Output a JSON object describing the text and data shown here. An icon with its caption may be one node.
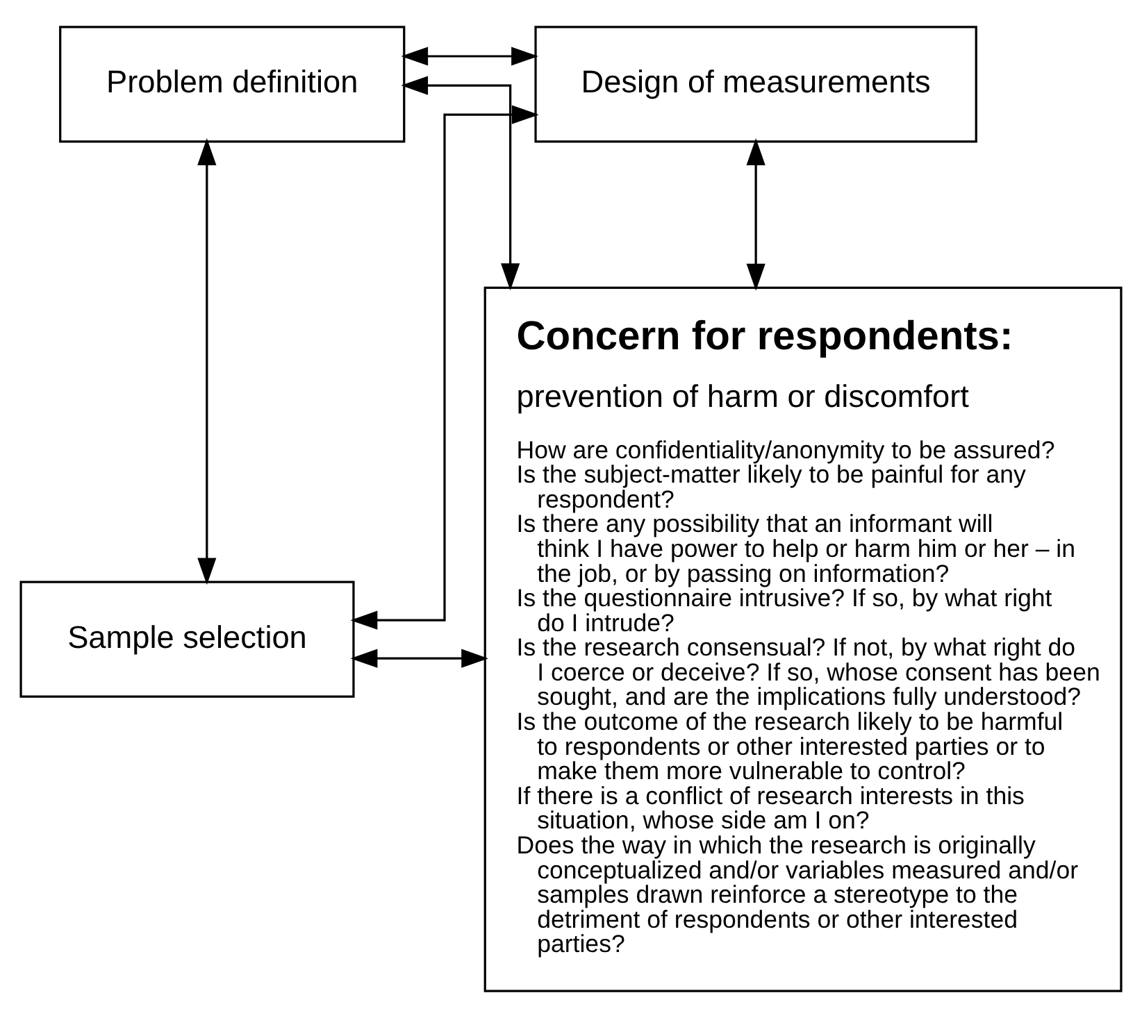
{
  "diagram": {
    "nodes": [
      {
        "text": [
          "Problem definition"
        ]
      },
      {
        "text": [
          "Design of measurements"
        ]
      },
      {
        "text": [
          "Concern for respondents:",
          "prevention of harm or discomfort",
          "How are confidentiality/anonymity to be assured?",
          "Is the subject-matter likely to be painful for any respondent?",
          "Is there any possibility that an informant will think I have power to help or harm him or her – in the job, or by passing on information?",
          "Is the questionnaire intrusive? If so, by what right do I intrude?",
          "Is the research consensual? If not, by what right do I coerce or deceive? If so, whose consent has been sought, and are the implications fully understood?",
          "Is the outcome of the research likely to be harmful to respondents or other interested parties or to make them more vulnerable to control?",
          "If there is a conflict of research interests in this situation, whose side am I on?",
          "Does the way in which the research is originally conceptualized and/or variables measured and/or samples drawn reinforce a stereotype to the detriment of respondents or other interested parties?"
        ]
      },
      {
        "text": [
          "Sample selection"
        ]
      }
    ],
    "edges": [
      {
        "from": 0,
        "to": 1,
        "arrow": "both"
      },
      {
        "from": 0,
        "to": 2,
        "arrow": "both"
      },
      {
        "from": 0,
        "to": 3,
        "arrow": "both"
      },
      {
        "from": 1,
        "to": 3,
        "arrow": "both"
      },
      {
        "from": 1,
        "to": 2,
        "arrow": "both"
      },
      {
        "from": 3,
        "to": 2,
        "arrow": "both"
      }
    ]
  }
}
